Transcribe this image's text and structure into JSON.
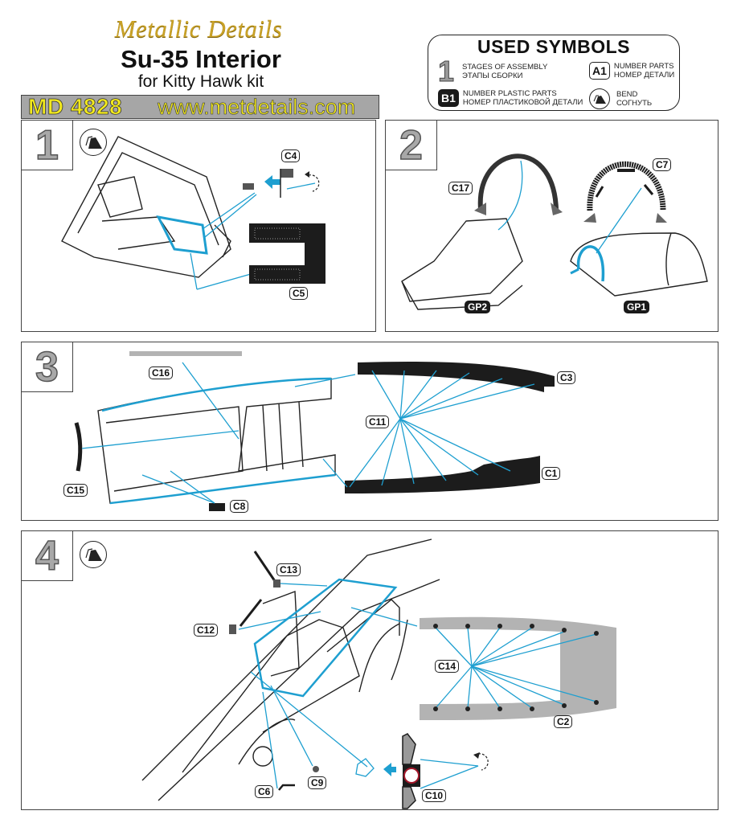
{
  "header": {
    "brand": "Metallic Details",
    "title": "Su-35 Interior",
    "subtitle": "for Kitty Hawk kit",
    "product_code": "MD 4828",
    "website": "www.metdetails.com"
  },
  "legend": {
    "title": "USED SYMBOLS",
    "items": [
      {
        "symbol": "1",
        "icon": "stage-number-icon",
        "line1": "STAGES OF ASSEMBLY",
        "line2": "ЭТАПЫ СБОРКИ"
      },
      {
        "symbol": "A1",
        "icon": "number-part-tag-icon",
        "line1": "NUMBER PARTS",
        "line2": "НОМЕР ДЕТАЛИ"
      },
      {
        "symbol": "B1",
        "icon": "plastic-part-tag-icon",
        "line1": "NUMBER PLASTIC PARTS",
        "line2": "НОМЕР ПЛАСТИКОВОЙ ДЕТАЛИ"
      },
      {
        "symbol": "",
        "icon": "bend-icon",
        "line1": "BEND",
        "line2": "СОГНУТЬ"
      }
    ]
  },
  "steps": [
    {
      "number": "1",
      "bend": true,
      "parts": [
        "C4",
        "C5"
      ]
    },
    {
      "number": "2",
      "bend": false,
      "parts": [
        "C17",
        "C7"
      ],
      "plastic_parts": [
        "GP2",
        "GP1"
      ]
    },
    {
      "number": "3",
      "bend": false,
      "parts": [
        "C16",
        "C3",
        "C11",
        "C1",
        "C15",
        "C8"
      ]
    },
    {
      "number": "4",
      "bend": true,
      "parts": [
        "C13",
        "C12",
        "C14",
        "C2",
        "C6",
        "C9",
        "C10"
      ]
    }
  ],
  "colors": {
    "accent_blue": "#1e9fd0",
    "part_dark": "#1c1c1c",
    "part_grey": "#b3b3b3",
    "logo_gold": "#c9a227",
    "code_yellow": "#f3ea1d"
  }
}
